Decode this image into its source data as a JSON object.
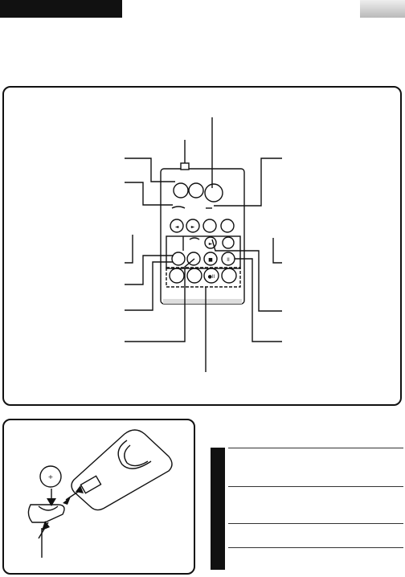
{
  "page": {
    "header_left_color": "#111111",
    "header_right_color": "#cfcfcf"
  },
  "remote_diagram": {
    "illustration": "remote-control-front",
    "button_glyphs": [
      "◄",
      "►",
      "■",
      "II",
      "●II"
    ]
  },
  "battery_diagram": {
    "illustration": "battery-holder-removal",
    "battery_mark": "+"
  },
  "table": {
    "rows": 3
  }
}
